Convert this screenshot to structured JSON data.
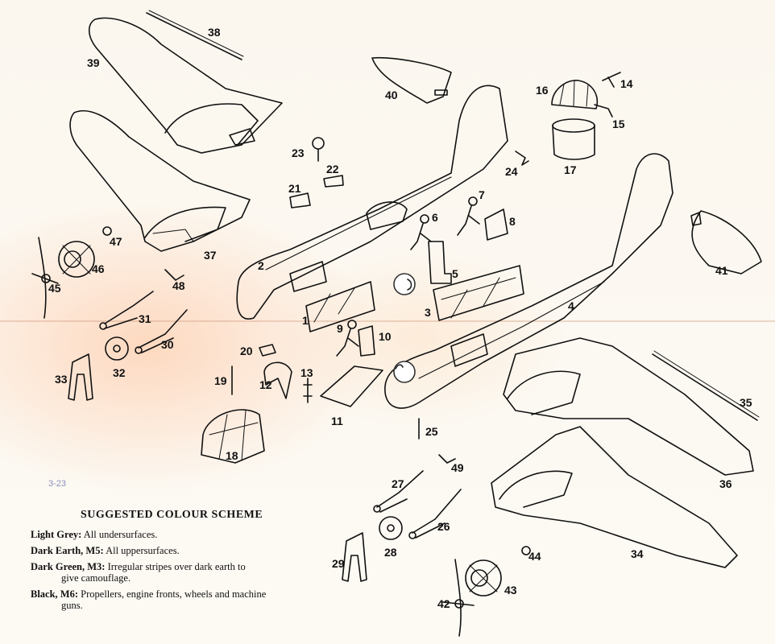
{
  "parts": {
    "p2": "2",
    "p3": "3",
    "p4": "4",
    "p5": "5",
    "p6": "6",
    "p7": "7",
    "p8": "8",
    "p9": "9",
    "p10": "10",
    "p11": "11",
    "p12": "12",
    "p13": "13",
    "p14": "14",
    "p15": "15",
    "p16": "16",
    "p17": "17",
    "p18": "18",
    "p19": "19",
    "p20": "20",
    "p21": "21",
    "p22": "22",
    "p23": "23",
    "p24": "24",
    "p25": "25",
    "p26": "26",
    "p27": "27",
    "p28": "28",
    "p29": "29",
    "p30": "30",
    "p31": "31",
    "p32": "32",
    "p33": "33",
    "p34": "34",
    "p35": "35",
    "p36": "36",
    "p37": "37",
    "p38": "38",
    "p39": "39",
    "p40": "40",
    "p41": "41",
    "p42": "42",
    "p43": "43",
    "p44": "44",
    "p45": "45",
    "p46": "46",
    "p47": "47",
    "p48": "48",
    "p49": "49"
  },
  "pencil_note": "3-23",
  "colour_scheme": {
    "title": "SUGGESTED COLOUR SCHEME",
    "items": [
      {
        "name": "Light Grey:",
        "desc": "All undersurfaces."
      },
      {
        "name": "Dark Earth, M5:",
        "desc": "All uppersurfaces."
      },
      {
        "name": "Dark Green, M3:",
        "desc": "Irregular stripes over dark earth to",
        "desc2": "give camouflage."
      },
      {
        "name": "Black, M6:",
        "desc": "Propellers, engine fronts, wheels and machine",
        "desc2": "guns."
      }
    ]
  }
}
